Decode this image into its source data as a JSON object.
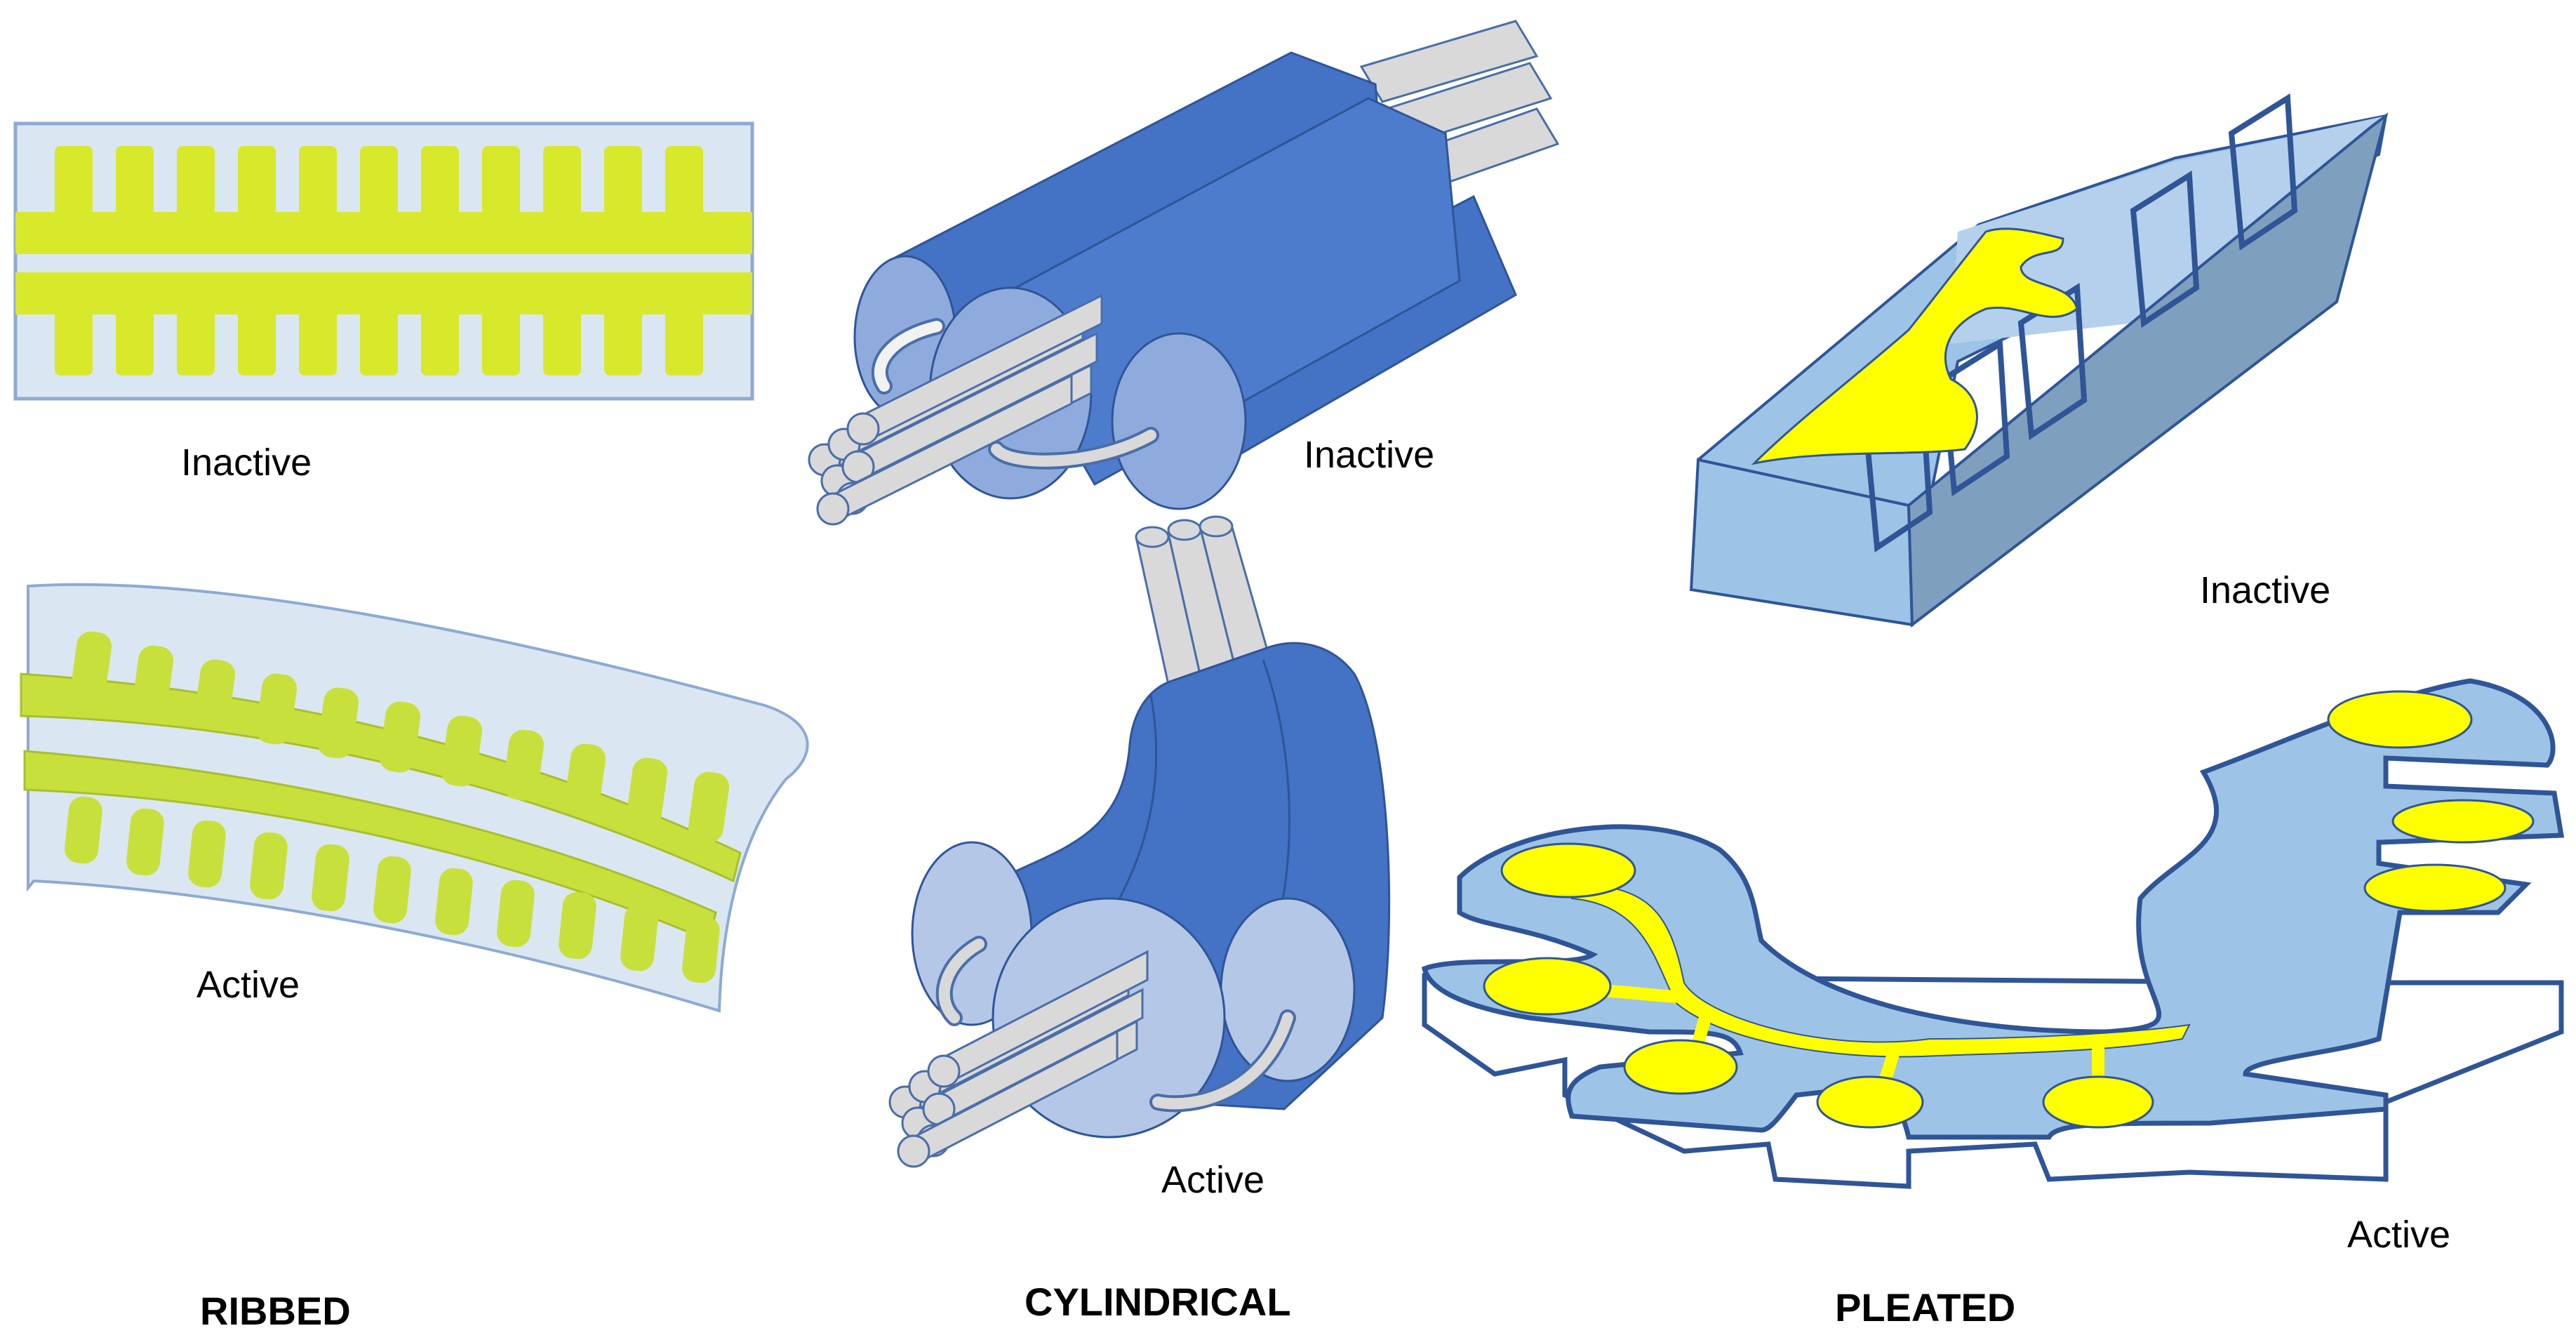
{
  "labels": {
    "ribbed_inactive": "Inactive",
    "ribbed_active": "Active",
    "cylindrical_inactive": "Inactive",
    "cylindrical_active": "Active",
    "pleated_inactive": "Inactive",
    "pleated_active": "Active"
  },
  "categories": {
    "ribbed": "RIBBED",
    "cylindrical": "CYLINDRICAL",
    "pleated": "PLEATED"
  },
  "colors": {
    "rib_yellow": "#d8e82b",
    "rib_yellow_active": "#c8e03c",
    "panel_light_blue": "#dae7f3",
    "panel_border": "#8eaad1",
    "cyl_dark_blue": "#4472c4",
    "cyl_light_blue": "#8faadc",
    "tube_grey": "#d9d9d9",
    "pleat_blue": "#9dc3e6",
    "pleat_dark": "#7f9fbf",
    "pleat_yellow": "#ffff00",
    "outline_blue": "#2f5597"
  }
}
